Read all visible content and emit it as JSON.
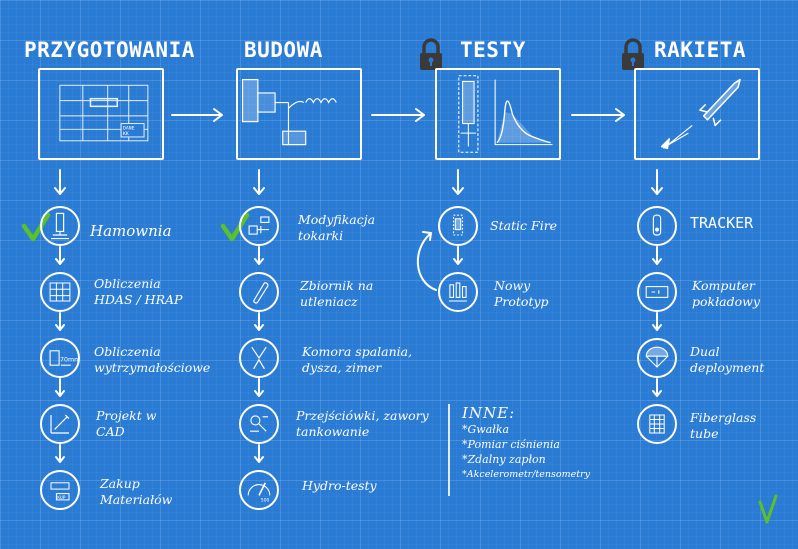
{
  "phases": [
    {
      "title": "PRZYGOTOWANIA",
      "locked": false,
      "frame_text": [
        "DANE",
        "KK"
      ],
      "steps": [
        {
          "label": "Hamownia",
          "done": true,
          "icon": "test-stand-icon"
        },
        {
          "label": "Obliczenia",
          "label2": "HDAS / HRAP",
          "icon": "grid-calc-icon"
        },
        {
          "label": "Obliczenia",
          "label2": "wytrzymałościowe",
          "icon": "ruler-icon",
          "icon_text": "70mm"
        },
        {
          "label": "Projekt w",
          "label2": "CAD",
          "icon": "cad-tools-icon"
        },
        {
          "label": "Zakup",
          "label2": "Materiałów",
          "icon": "purchase-icon",
          "icon_text": "KUP"
        }
      ]
    },
    {
      "title": "BUDOWA",
      "locked": false,
      "steps": [
        {
          "label": "Modyfikacja",
          "label2": "tokarki",
          "done": true,
          "icon": "lathe-icon"
        },
        {
          "label": "Zbiornik na",
          "label2": "utleniacz",
          "icon": "tank-icon"
        },
        {
          "label": "Komora spalania,",
          "label2": "dysza, zimer",
          "icon": "nozzle-icon"
        },
        {
          "label": "Przejściówki, zawory",
          "label2": "tankowanie",
          "icon": "valves-icon"
        },
        {
          "label": "Hydro-testy",
          "icon": "pressure-gauge-icon",
          "icon_text": "500"
        }
      ]
    },
    {
      "title": "TESTY",
      "locked": true,
      "steps": [
        {
          "label": "Static Fire",
          "icon": "static-fire-icon"
        },
        {
          "label": "Nowy",
          "label2": "Prototyp",
          "icon": "prototype-icon"
        }
      ]
    },
    {
      "title": "RAKIETA",
      "locked": true,
      "steps": [
        {
          "label": "TRACKER",
          "icon": "tracker-icon"
        },
        {
          "label": "Komputer",
          "label2": "pokładowy",
          "icon": "onboard-computer-icon"
        },
        {
          "label": "Dual",
          "label2": "deployment",
          "icon": "parachute-icon"
        },
        {
          "label": "Fiberglass",
          "label2": "tube",
          "icon": "fiberglass-icon"
        }
      ]
    }
  ],
  "other": {
    "title": "INNE:",
    "items": [
      "*Gwałka",
      "*Pomiar ciśnienia",
      "*Zdalny zapłon",
      "*Akcelerometr/tensometry"
    ]
  },
  "colors": {
    "background": "#2a7bd4",
    "line": "#ffffff",
    "check": "#58c227"
  }
}
